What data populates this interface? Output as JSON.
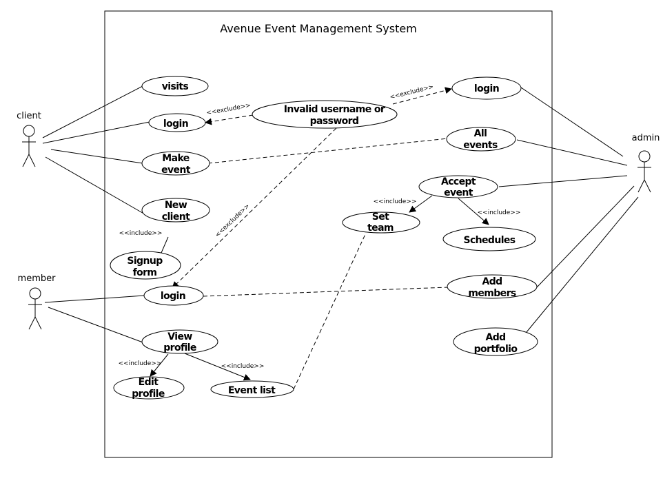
{
  "system": {
    "title": "Avenue Event Management System"
  },
  "actors": {
    "client": "client",
    "member": "member",
    "admin": "admin"
  },
  "use_cases": {
    "visits": [
      "visits"
    ],
    "client_login": [
      "login"
    ],
    "make_event": [
      "Make",
      "event"
    ],
    "new_client": [
      "New",
      "client"
    ],
    "signup_form": [
      "Signup",
      "form"
    ],
    "member_login": [
      "login"
    ],
    "view_profile": [
      "View",
      "profile"
    ],
    "edit_profile": [
      "Edit",
      "profile"
    ],
    "event_list": [
      "Event list"
    ],
    "invalid": [
      "Invalid username or",
      "password"
    ],
    "admin_login": [
      "login"
    ],
    "all_events": [
      "All",
      "events"
    ],
    "accept_event": [
      "Accept",
      "event"
    ],
    "set_team": [
      "Set",
      "team"
    ],
    "schedules": [
      "Schedules"
    ],
    "add_members": [
      "Add",
      "members"
    ],
    "add_portfolio": [
      "Add",
      "portfolio"
    ]
  },
  "stereotypes": {
    "exclude": "<<exclude>>",
    "include": "<<include>>"
  },
  "colors": {
    "stroke": "#000000",
    "background": "#ffffff"
  }
}
